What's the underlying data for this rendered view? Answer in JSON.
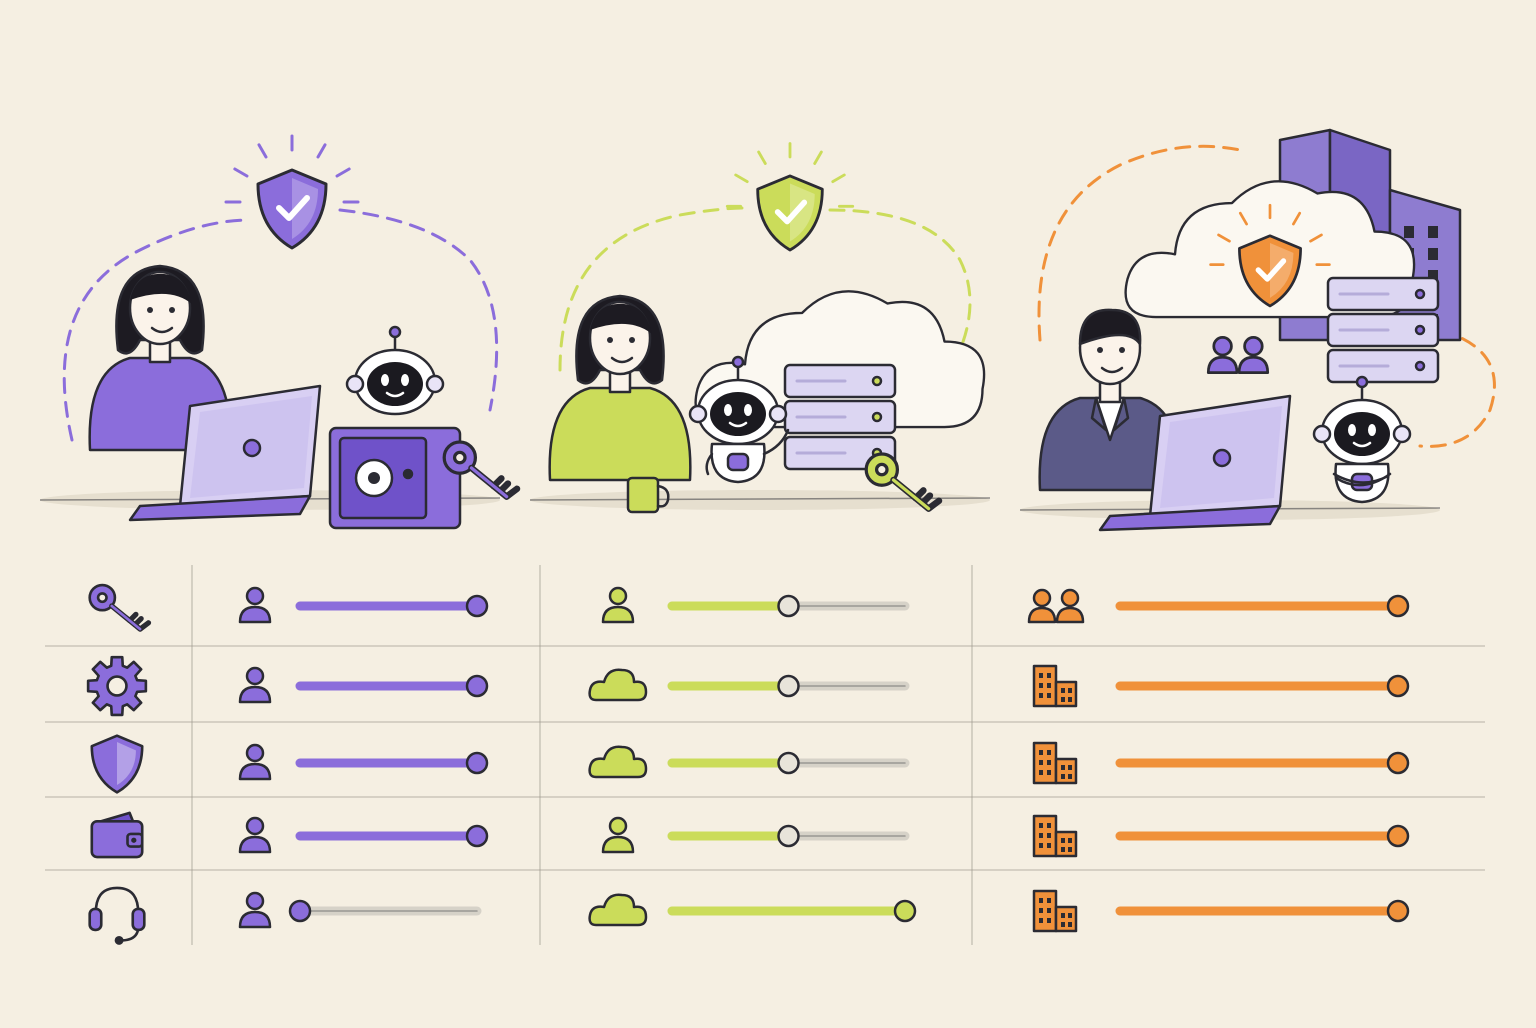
{
  "colors": {
    "background": "#f5efe2",
    "ink": "#2b2b33",
    "local": "#8b6ddb",
    "local_dark": "#6f52c9",
    "cloud": "#cbdc5a",
    "cloud_dark": "#a9bb36",
    "enterprise": "#f0913a",
    "enterprise_dark": "#d9772a",
    "track": "#d6d2c8",
    "server": "#dcd6f2",
    "skin": "#fbf3ea",
    "hair": "#1d1b22",
    "suit": "#5b5a88"
  },
  "columns": [
    {
      "id": "local",
      "color_key": "local",
      "scene": {
        "person": "woman-with-laptop",
        "robot": "robot-on-safe",
        "extras": [
          "safe-icon",
          "key-icon",
          "laptop-icon"
        ],
        "badge": "shield-check-icon"
      }
    },
    {
      "id": "cloud",
      "color_key": "cloud",
      "scene": {
        "person": "woman-with-mug",
        "robot": "robot-waving",
        "extras": [
          "cloud-icon",
          "server-icon",
          "key-icon",
          "mug-icon"
        ],
        "badge": "shield-check-icon"
      }
    },
    {
      "id": "enterprise",
      "color_key": "enterprise",
      "scene": {
        "person": "man-in-suit-with-laptop",
        "robot": "robot-arms-crossed",
        "extras": [
          "cloud-icon",
          "building-icon",
          "server-icon",
          "team-icon",
          "laptop-icon"
        ],
        "badge": "shield-check-icon"
      }
    }
  ],
  "rows": [
    {
      "icon": "key-icon",
      "cells": [
        {
          "icon": "user-icon",
          "level": 1.0
        },
        {
          "icon": "user-icon",
          "level": 0.5
        },
        {
          "icon": "team-icon",
          "level": 1.0
        }
      ]
    },
    {
      "icon": "gear-icon",
      "cells": [
        {
          "icon": "user-icon",
          "level": 1.0
        },
        {
          "icon": "cloud-icon",
          "level": 0.5
        },
        {
          "icon": "building-icon",
          "level": 1.0
        }
      ]
    },
    {
      "icon": "shield-icon",
      "cells": [
        {
          "icon": "user-icon",
          "level": 1.0
        },
        {
          "icon": "cloud-icon",
          "level": 0.5
        },
        {
          "icon": "building-icon",
          "level": 1.0
        }
      ]
    },
    {
      "icon": "wallet-icon",
      "cells": [
        {
          "icon": "user-icon",
          "level": 1.0
        },
        {
          "icon": "user-icon",
          "level": 0.5
        },
        {
          "icon": "building-icon",
          "level": 1.0
        }
      ]
    },
    {
      "icon": "headset-icon",
      "cells": [
        {
          "icon": "user-icon",
          "level": 0.0
        },
        {
          "icon": "cloud-icon",
          "level": 1.0
        },
        {
          "icon": "building-icon",
          "level": 1.0
        }
      ]
    }
  ]
}
